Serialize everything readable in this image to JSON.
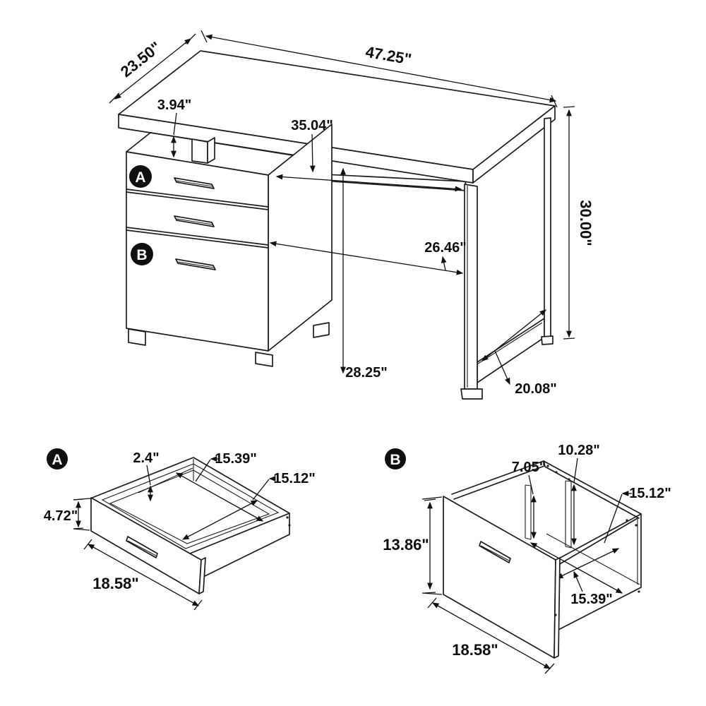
{
  "diagram": {
    "badges": {
      "a": "A",
      "b": "B"
    },
    "main": {
      "top_width": "47.25\"",
      "top_depth": "23.50\"",
      "gap": "3.94\"",
      "rail": "35.04\"",
      "height": "30.00\"",
      "knee_clearance": "26.46\"",
      "underside_height": "28.25\"",
      "leg_runner": "20.08\""
    },
    "drawer_a": {
      "back_height": "2.4\"",
      "inner_width": "15.39\"",
      "inner_depth": "15.12\"",
      "front_height": "4.72\"",
      "front_width": "18.58\""
    },
    "drawer_b": {
      "slot_tall": "10.28\"",
      "slot_short": "7.05\"",
      "inner_depth": "15.12\"",
      "front_height": "13.86\"",
      "inner_width": "15.39\"",
      "front_width": "18.58\""
    },
    "colors": {
      "line": "#1c1c1c",
      "background": "#ffffff"
    }
  }
}
